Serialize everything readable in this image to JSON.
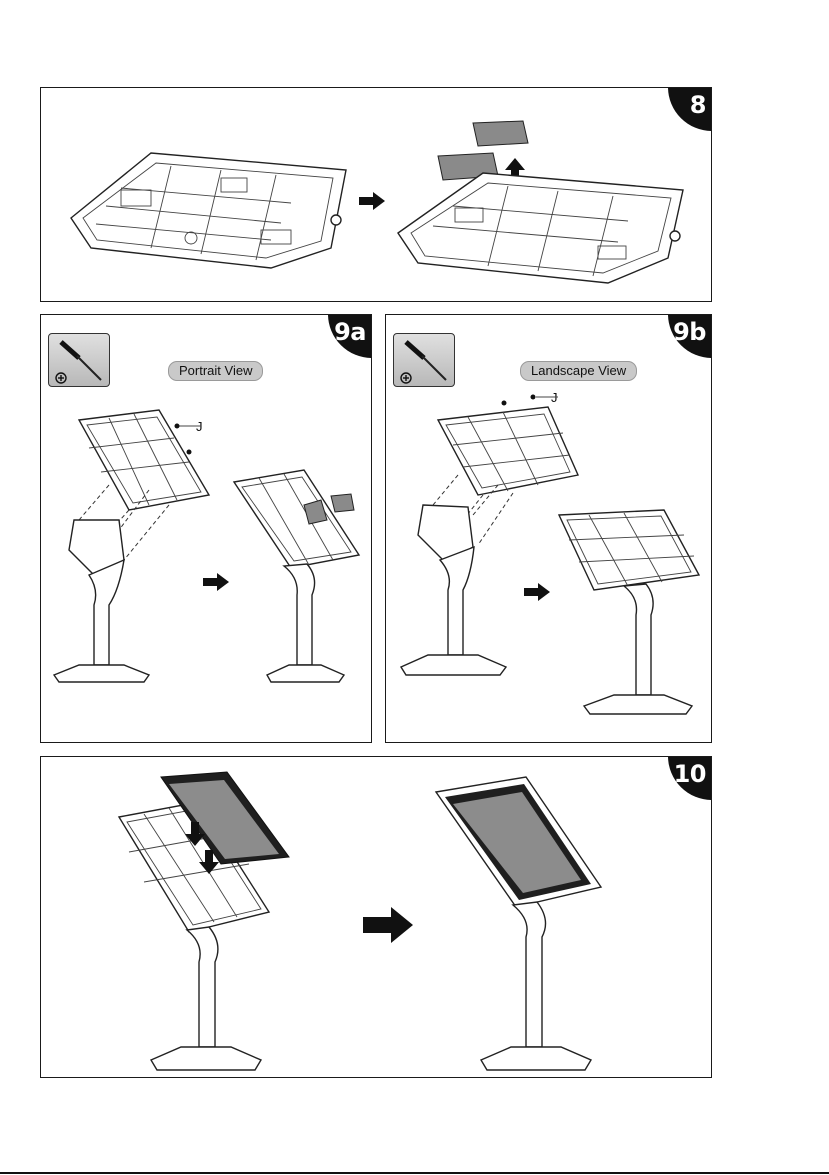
{
  "steps": {
    "s8": {
      "badge": "8"
    },
    "s9a": {
      "badge": "9a",
      "view_label": "Portrait View",
      "part_label": "J",
      "tool_icon": "screwdriver-icon"
    },
    "s9b": {
      "badge": "9b",
      "view_label": "Landscape View",
      "part_label": "J",
      "tool_icon": "screwdriver-icon"
    },
    "s10": {
      "badge": "10"
    }
  }
}
